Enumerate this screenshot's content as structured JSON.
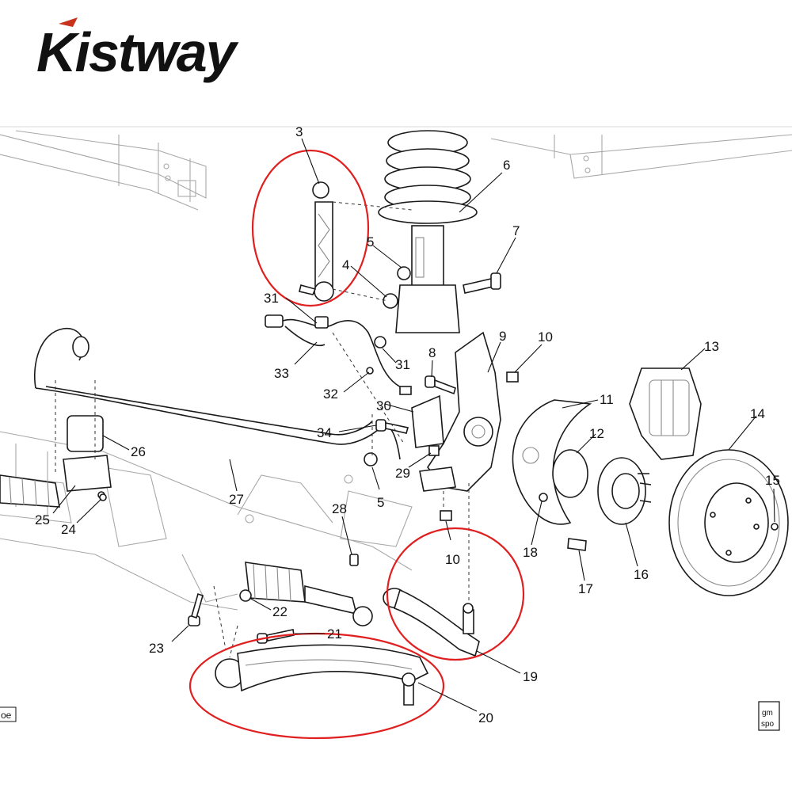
{
  "brand": {
    "logo_text": "Kistway",
    "logo_color_dark": "#111111",
    "logo_color_accent": "#c8331c"
  },
  "diagram": {
    "highlight_color": "#e02020",
    "labels": {
      "l3": "3",
      "l4": "4",
      "l5a": "5",
      "l5b": "5",
      "l6": "6",
      "l7": "7",
      "l8": "8",
      "l9": "9",
      "l10a": "10",
      "l10b": "10",
      "l11": "11",
      "l12": "12",
      "l13": "13",
      "l14": "14",
      "l15": "15",
      "l16": "16",
      "l17": "17",
      "l18": "18",
      "l19": "19",
      "l20": "20",
      "l21": "21",
      "l22": "22",
      "l23": "23",
      "l24": "24",
      "l25": "25",
      "l26": "26",
      "l27": "27",
      "l28": "28",
      "l29": "29",
      "l30": "30",
      "l31a": "31",
      "l31b": "31",
      "l32": "32",
      "l33": "33",
      "l34": "34"
    },
    "left_corner_text": "oe",
    "right_corner_text_top": "gm",
    "right_corner_text_bottom": "spo"
  }
}
